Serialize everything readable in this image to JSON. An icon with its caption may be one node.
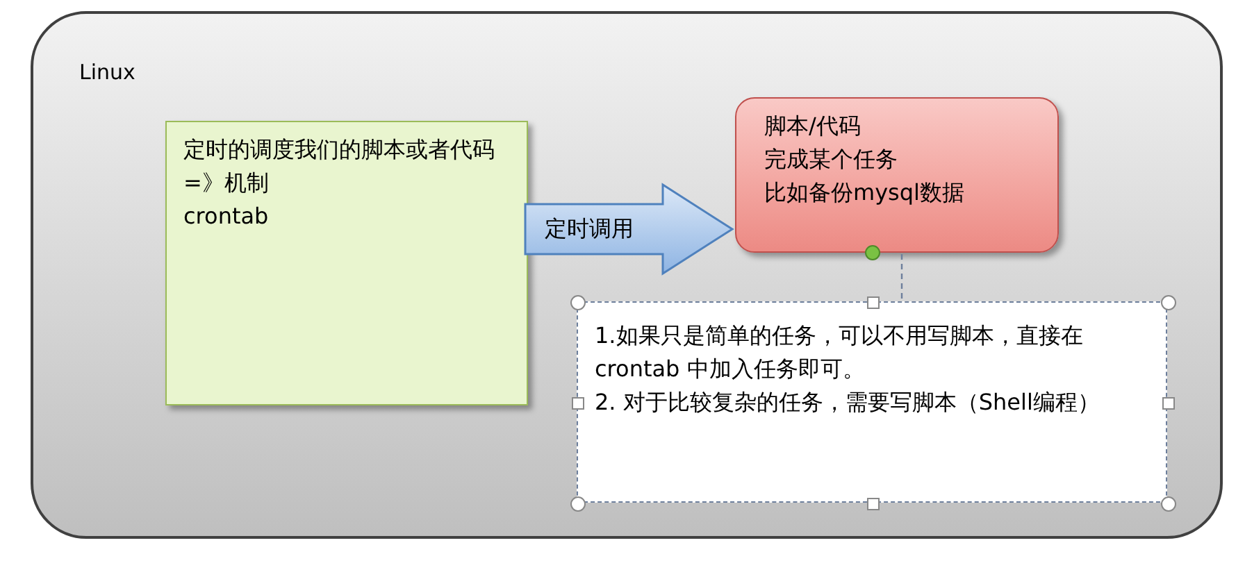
{
  "diagram": {
    "nodes": [
      {
        "text": [
          "Linux"
        ]
      },
      {
        "text": [
          "定时的调度我们的脚本或者代码=》机制",
          "crontab"
        ],
        "in": 0
      },
      {
        "text": [
          "脚本/代码",
          "完成某个任务",
          "比如备份mysql数据"
        ],
        "in": 0
      },
      {
        "text": [
          "1.如果只是简单的任务，可以不用写脚本，直接在crontab 中加入任务即可。",
          "2. 对于比较复杂的任务，需要写脚本（Shell编程）"
        ],
        "in": 0
      }
    ],
    "edges": [
      {
        "from": 1,
        "to": 2,
        "arrow": "to",
        "label": "定时调用",
        "style": "thick"
      },
      {
        "from": 3,
        "to": 2,
        "arrow": "none",
        "style": "dashed"
      }
    ]
  }
}
